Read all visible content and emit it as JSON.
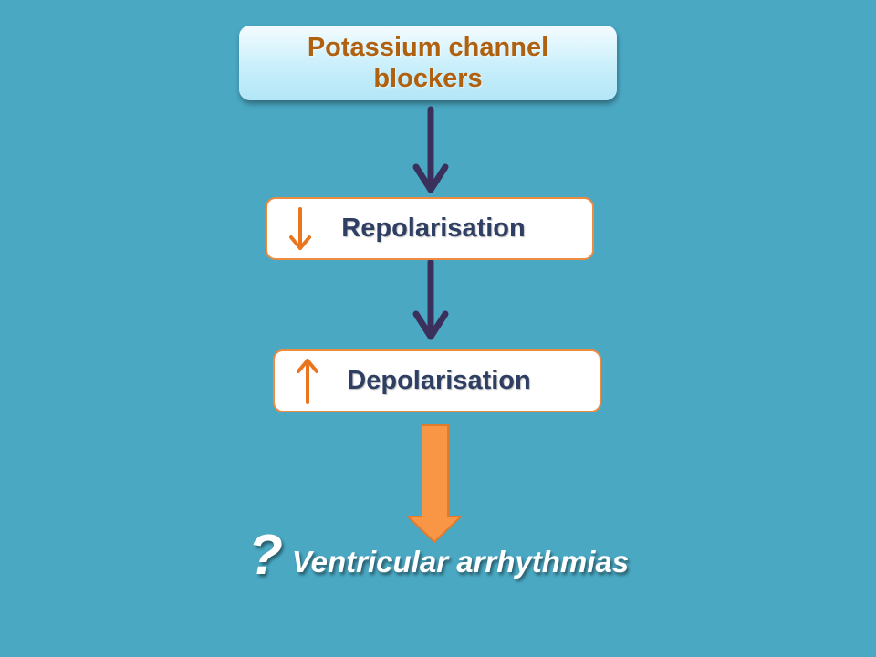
{
  "diagram": {
    "top_box": {
      "line1": "Potassium channel",
      "line2": "blockers"
    },
    "step1": {
      "label": "Repolarisation",
      "direction": "down",
      "indicator_color": "#e9761f"
    },
    "step2": {
      "label": "Depolarisation",
      "direction": "up",
      "indicator_color": "#e9761f"
    },
    "outcome": {
      "symbol": "?",
      "label": "Ventricular arrhythmias"
    }
  },
  "colors": {
    "background": "#4aa8c3",
    "connector": "#3b2f5c",
    "block_arrow_fill": "#f89646",
    "block_arrow_stroke": "#e07b2c",
    "box_border": "#ee8b3e",
    "top_text": "#b0610f",
    "step_text": "#2f3f63"
  }
}
